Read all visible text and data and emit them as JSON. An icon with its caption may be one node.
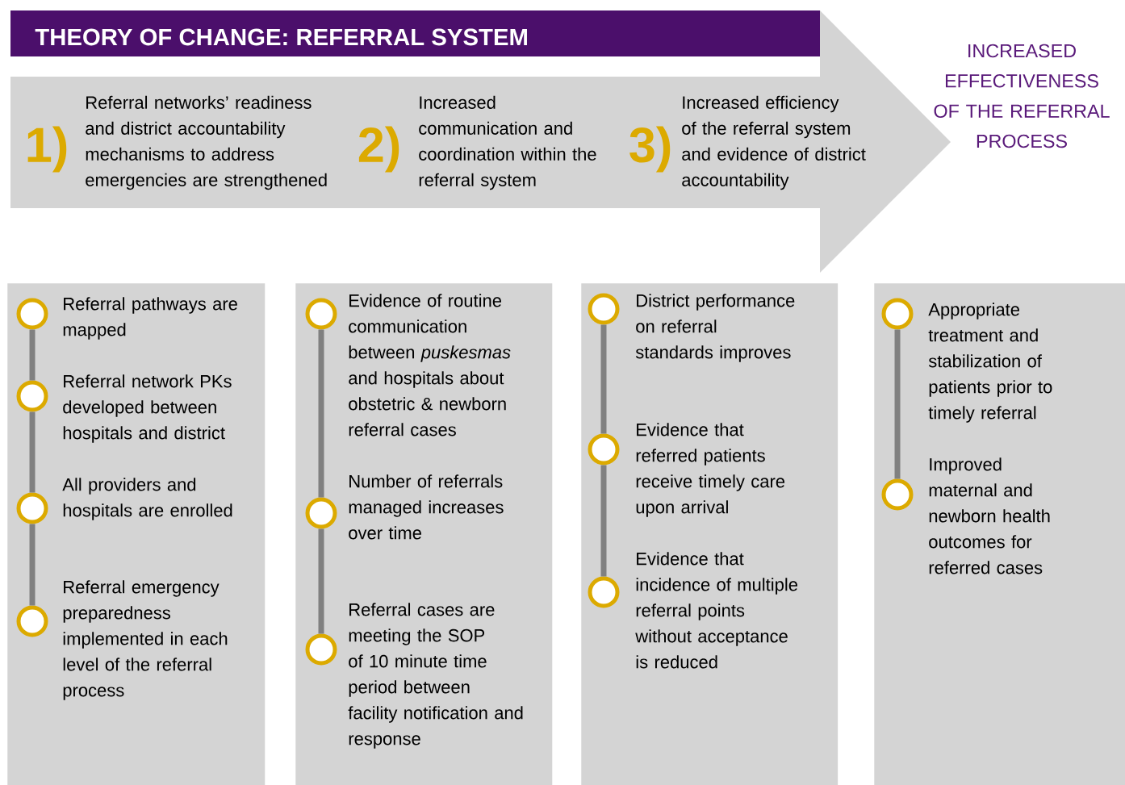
{
  "diagram": {
    "title": "THEORY OF CHANGE: REFERRAL SYSTEM",
    "nodes": [
      {
        "text": [],
        "shape": "arrow"
      },
      {
        "text": [
          "1)",
          "Referral networks’ readiness and district accountability mechanisms to address emergencies are strengthened"
        ],
        "in": 0
      },
      {
        "text": [
          "2)",
          "Increased communication and coordination within the referral system"
        ],
        "in": 0
      },
      {
        "text": [
          "3)",
          "Increased efficiency of the referral system and evidence of district accountability"
        ],
        "in": 0
      },
      {
        "text": [],
        "shape": "box"
      },
      {
        "text": [
          "Referral pathways are mapped"
        ],
        "in": 4
      },
      {
        "text": [
          "Referral network PKs developed between hospitals and district"
        ],
        "in": 4
      },
      {
        "text": [
          "All providers and hospitals are enrolled"
        ],
        "in": 4
      },
      {
        "text": [
          "Referral emergency preparedness implemented in each level of the referral process"
        ],
        "in": 4
      },
      {
        "text": [],
        "shape": "box"
      },
      {
        "text": [
          "Evidence of routine communication between *puskesmas* and hospitals about obstetric & newborn referral cases"
        ],
        "in": 9
      },
      {
        "text": [
          "Number of referrals managed increases over time"
        ],
        "in": 9
      },
      {
        "text": [
          "Referral cases are meeting the SOP of 10 minute time period between facility notification and response"
        ],
        "in": 9
      },
      {
        "text": [],
        "shape": "box"
      },
      {
        "text": [
          "District performance on referral standards improves"
        ],
        "in": 13
      },
      {
        "text": [
          "Evidence that referred patients receive timely care upon arrival"
        ],
        "in": 13
      },
      {
        "text": [
          "Evidence that incidence of multiple referral points without acceptance is reduced"
        ],
        "in": 13
      },
      {
        "text": [],
        "shape": "box"
      },
      {
        "text": [
          "Appropriate treatment and stabilization of patients prior to timely referral"
        ],
        "in": 17
      },
      {
        "text": [
          "Improved maternal and newborn health outcomes for referred cases"
        ],
        "in": 17
      }
    ],
    "edges": [
      {
        "from": 5,
        "to": 6,
        "arrow": "none"
      },
      {
        "from": 6,
        "to": 7,
        "arrow": "none"
      },
      {
        "from": 7,
        "to": 8,
        "arrow": "none"
      },
      {
        "from": 10,
        "to": 11,
        "arrow": "none"
      },
      {
        "from": 11,
        "to": 12,
        "arrow": "none"
      },
      {
        "from": 14,
        "to": 15,
        "arrow": "none"
      },
      {
        "from": 15,
        "to": 16,
        "arrow": "none"
      },
      {
        "from": 18,
        "to": 19,
        "arrow": "none"
      }
    ],
    "labels": [
      "INCREASED EFFECTIVENESS OF THE REFERRAL PROCESS"
    ]
  }
}
